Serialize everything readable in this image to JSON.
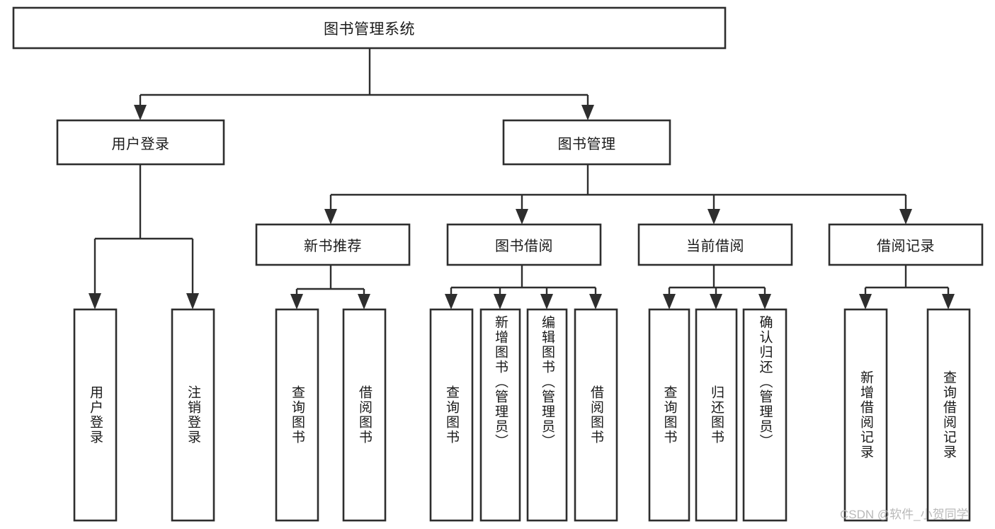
{
  "diagram": {
    "type": "tree-hierarchy",
    "title": "图书管理系统",
    "watermark": "CSDN @软件_小贺同学",
    "colors": {
      "box_stroke": "#2e2e2e",
      "box_fill": "#ffffff",
      "text": "#1a1a1a",
      "background": "#ffffff",
      "watermark": "#b9b9b9"
    },
    "root": {
      "label": "图书管理系统",
      "orientation": "horizontal"
    },
    "level2": [
      {
        "label": "用户登录",
        "orientation": "horizontal"
      },
      {
        "label": "图书管理",
        "orientation": "horizontal"
      }
    ],
    "level3": [
      {
        "label": "新书推荐",
        "orientation": "horizontal"
      },
      {
        "label": "图书借阅",
        "orientation": "horizontal"
      },
      {
        "label": "当前借阅",
        "orientation": "horizontal"
      },
      {
        "label": "借阅记录",
        "orientation": "horizontal"
      }
    ],
    "leaves": {
      "user_login": [
        {
          "label": "用户登录",
          "orientation": "vertical"
        },
        {
          "label": "注销登录",
          "orientation": "vertical"
        }
      ],
      "new_book_recommend": [
        {
          "label": "查询图书",
          "orientation": "vertical"
        },
        {
          "label": "借阅图书",
          "orientation": "vertical"
        }
      ],
      "book_borrow": [
        {
          "label": "查询图书",
          "orientation": "vertical"
        },
        {
          "label": "新增图书（管理员）",
          "orientation": "vertical"
        },
        {
          "label": "编辑图书（管理员）",
          "orientation": "vertical"
        },
        {
          "label": "借阅图书",
          "orientation": "vertical"
        }
      ],
      "current_borrow": [
        {
          "label": "查询图书",
          "orientation": "vertical"
        },
        {
          "label": "归还图书",
          "orientation": "vertical"
        },
        {
          "label": "确认归还（管理员）",
          "orientation": "vertical"
        }
      ],
      "borrow_record": [
        {
          "label": "新增借阅记录",
          "orientation": "vertical"
        },
        {
          "label": "查询借阅记录",
          "orientation": "vertical"
        }
      ]
    }
  }
}
